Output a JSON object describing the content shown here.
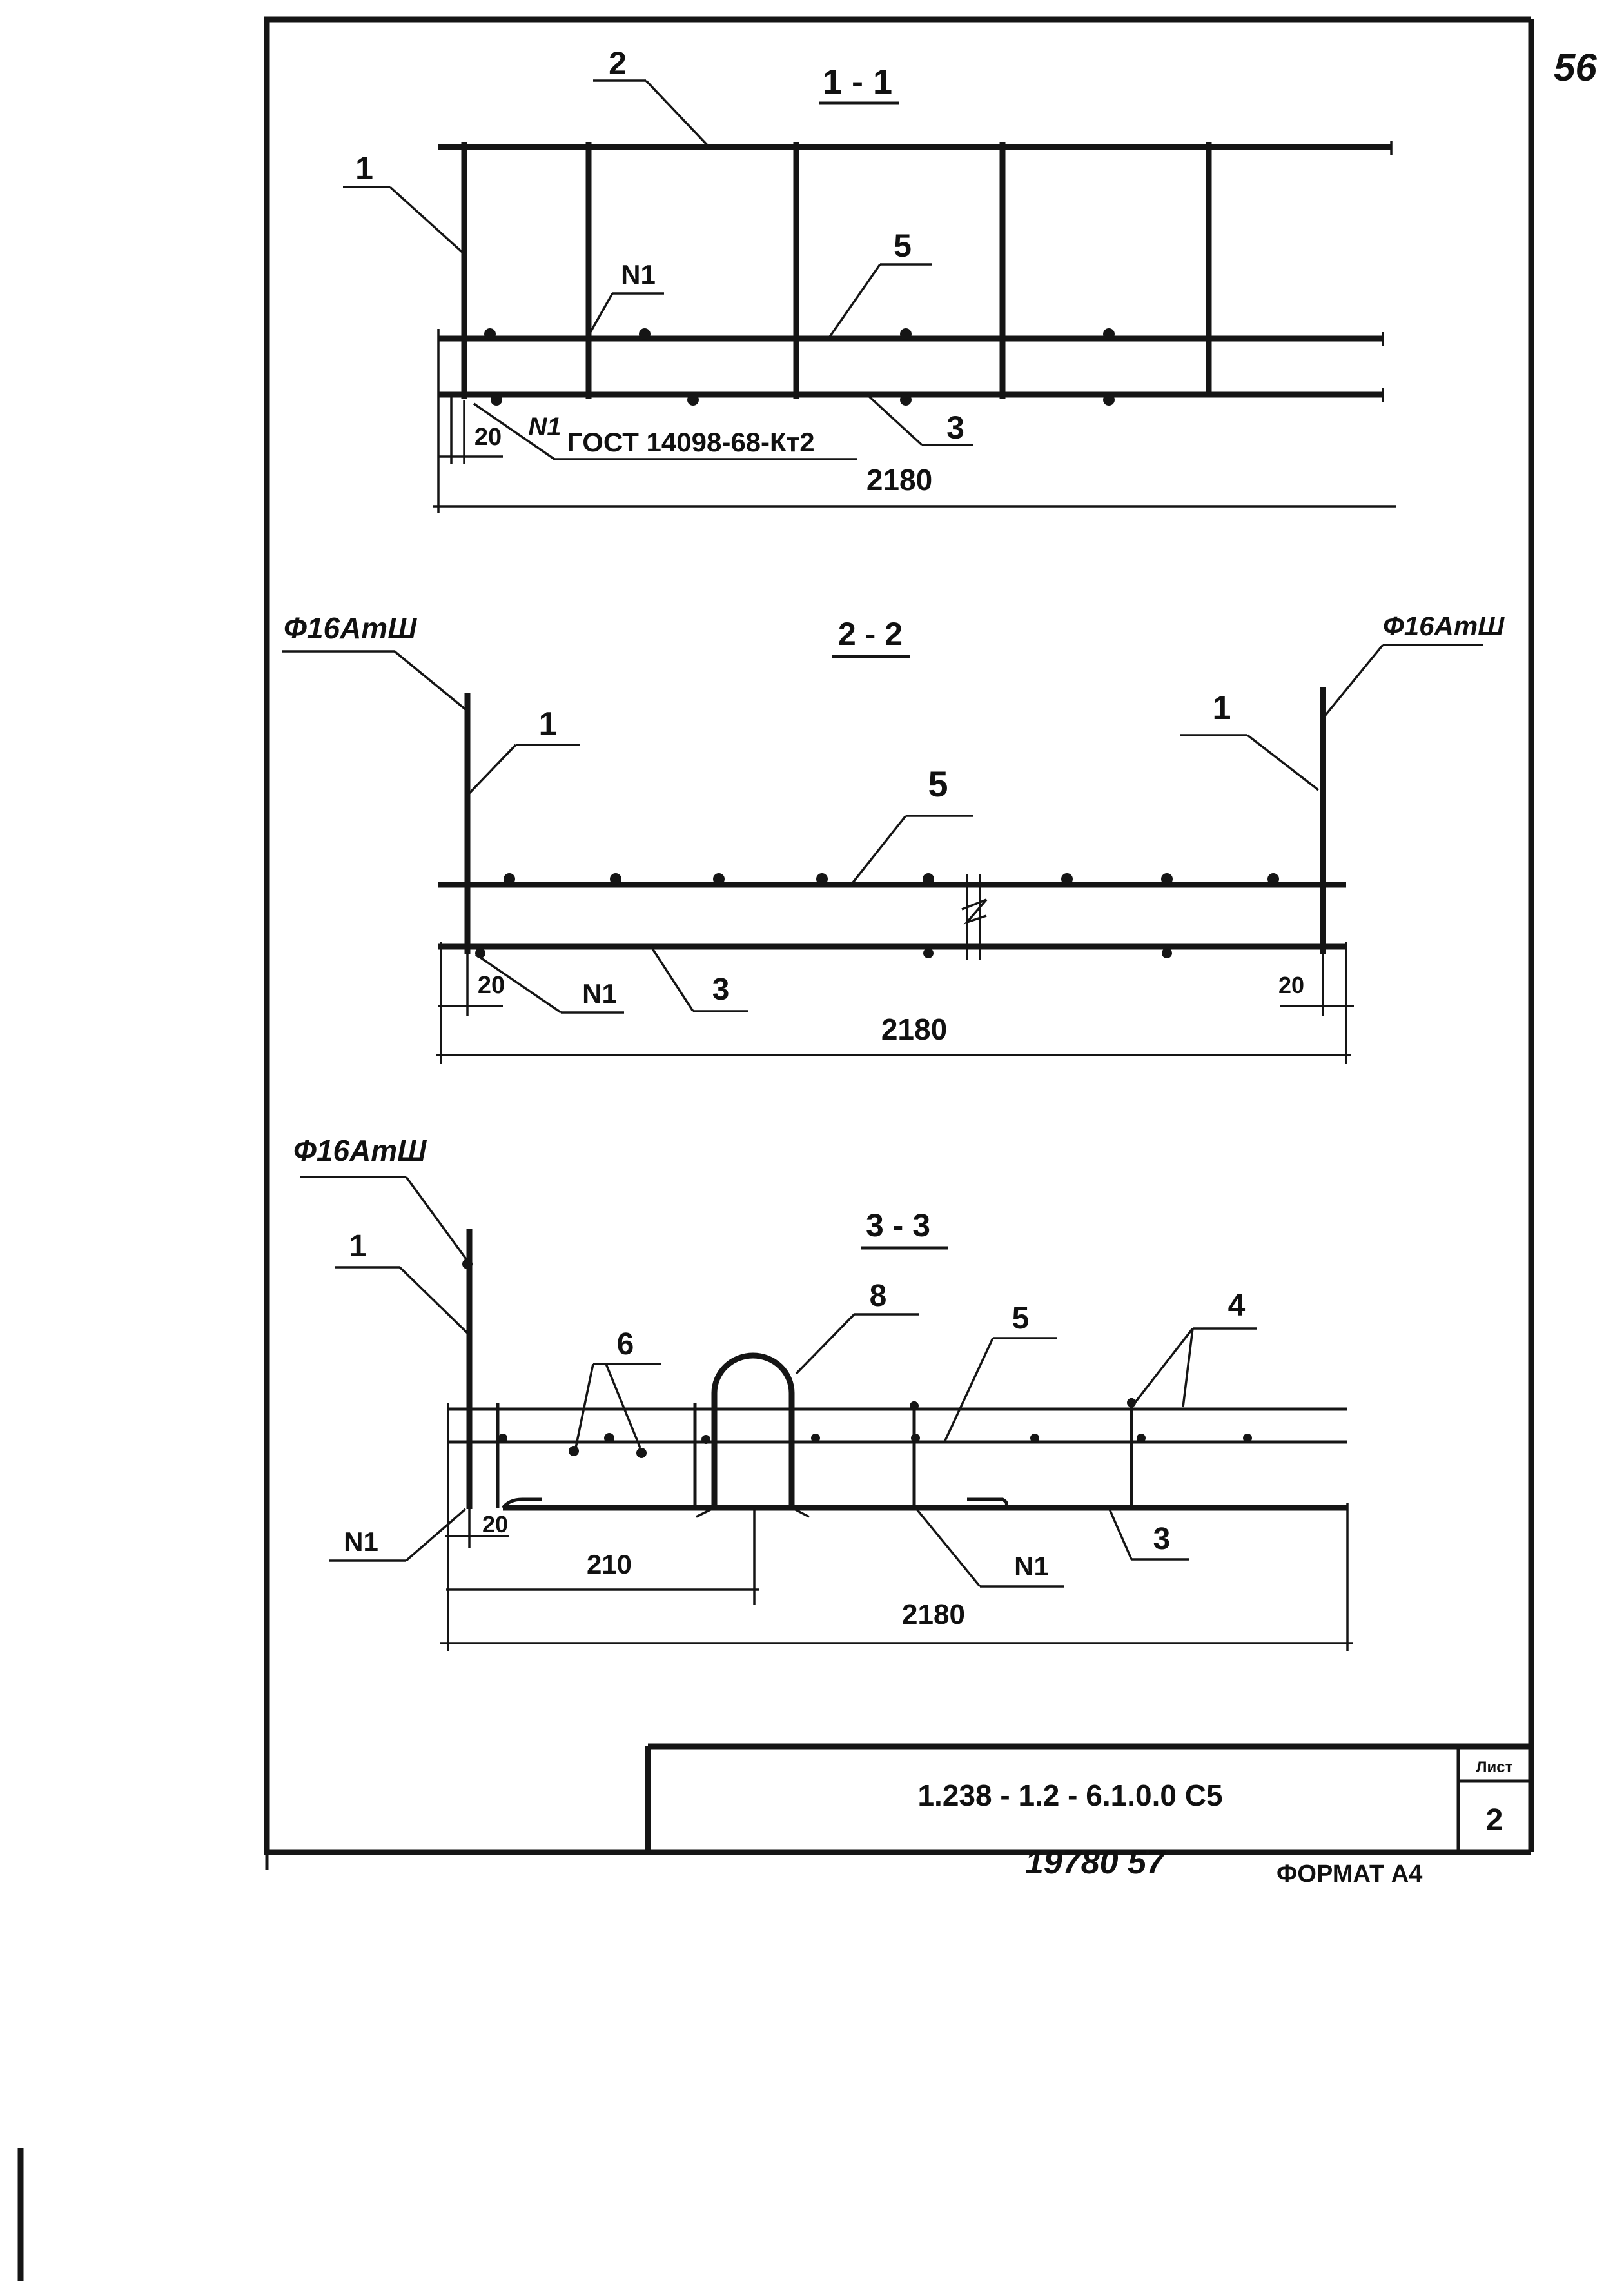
{
  "page_number_corner": "56",
  "sections": {
    "s1": {
      "title": "1 - 1",
      "callouts": [
        "1",
        "2",
        "5",
        "3"
      ],
      "weld_mark": "N1",
      "weld_mark_bottom": "N1",
      "gost_note": "ГОСТ 14098-68-Кт2",
      "dim_small": "20",
      "dim_total": "2180"
    },
    "s2": {
      "title": "2 - 2",
      "bar_label_left": "Ф16АтШ",
      "bar_label_right": "Ф16АтШ",
      "callouts": [
        "1",
        "1",
        "5",
        "3"
      ],
      "weld_mark": "N1",
      "dim_left": "20",
      "dim_right": "20",
      "dim_total": "2180"
    },
    "s3": {
      "title": "3 - 3",
      "bar_label_left": "Ф16АтШ",
      "callouts": [
        "1",
        "6",
        "8",
        "5",
        "4",
        "3"
      ],
      "weld_mark_left": "N1",
      "weld_mark_right": "N1",
      "dim_small": "20",
      "dim_mid": "210",
      "dim_total": "2180"
    }
  },
  "title_block": {
    "designation": "1.238 - 1.2 - 6.1.0.0 С5",
    "sheet_label": "Лист",
    "sheet_number": "2"
  },
  "footer": {
    "inventory": "19780 57",
    "format": "ФОРМАТ А4"
  }
}
